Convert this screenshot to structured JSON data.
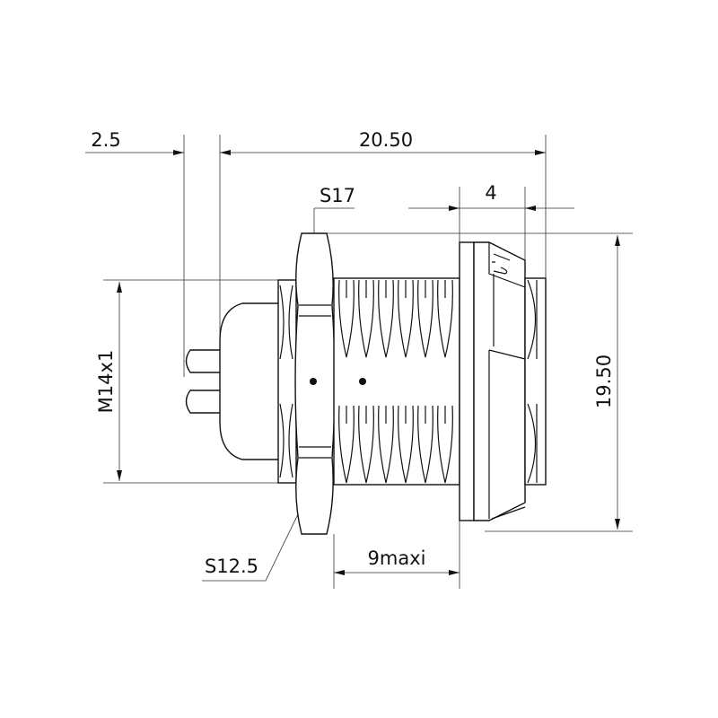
{
  "drawing": {
    "dimensions": {
      "flange_offset": "2.5",
      "overall_length": "20.50",
      "nut_across_flats": "S17",
      "cap_length": "4",
      "thread": "M14x1",
      "height": "19.50",
      "inner_nut": "S12.5",
      "thread_length": "9maxi"
    },
    "line_color": "#111111"
  }
}
